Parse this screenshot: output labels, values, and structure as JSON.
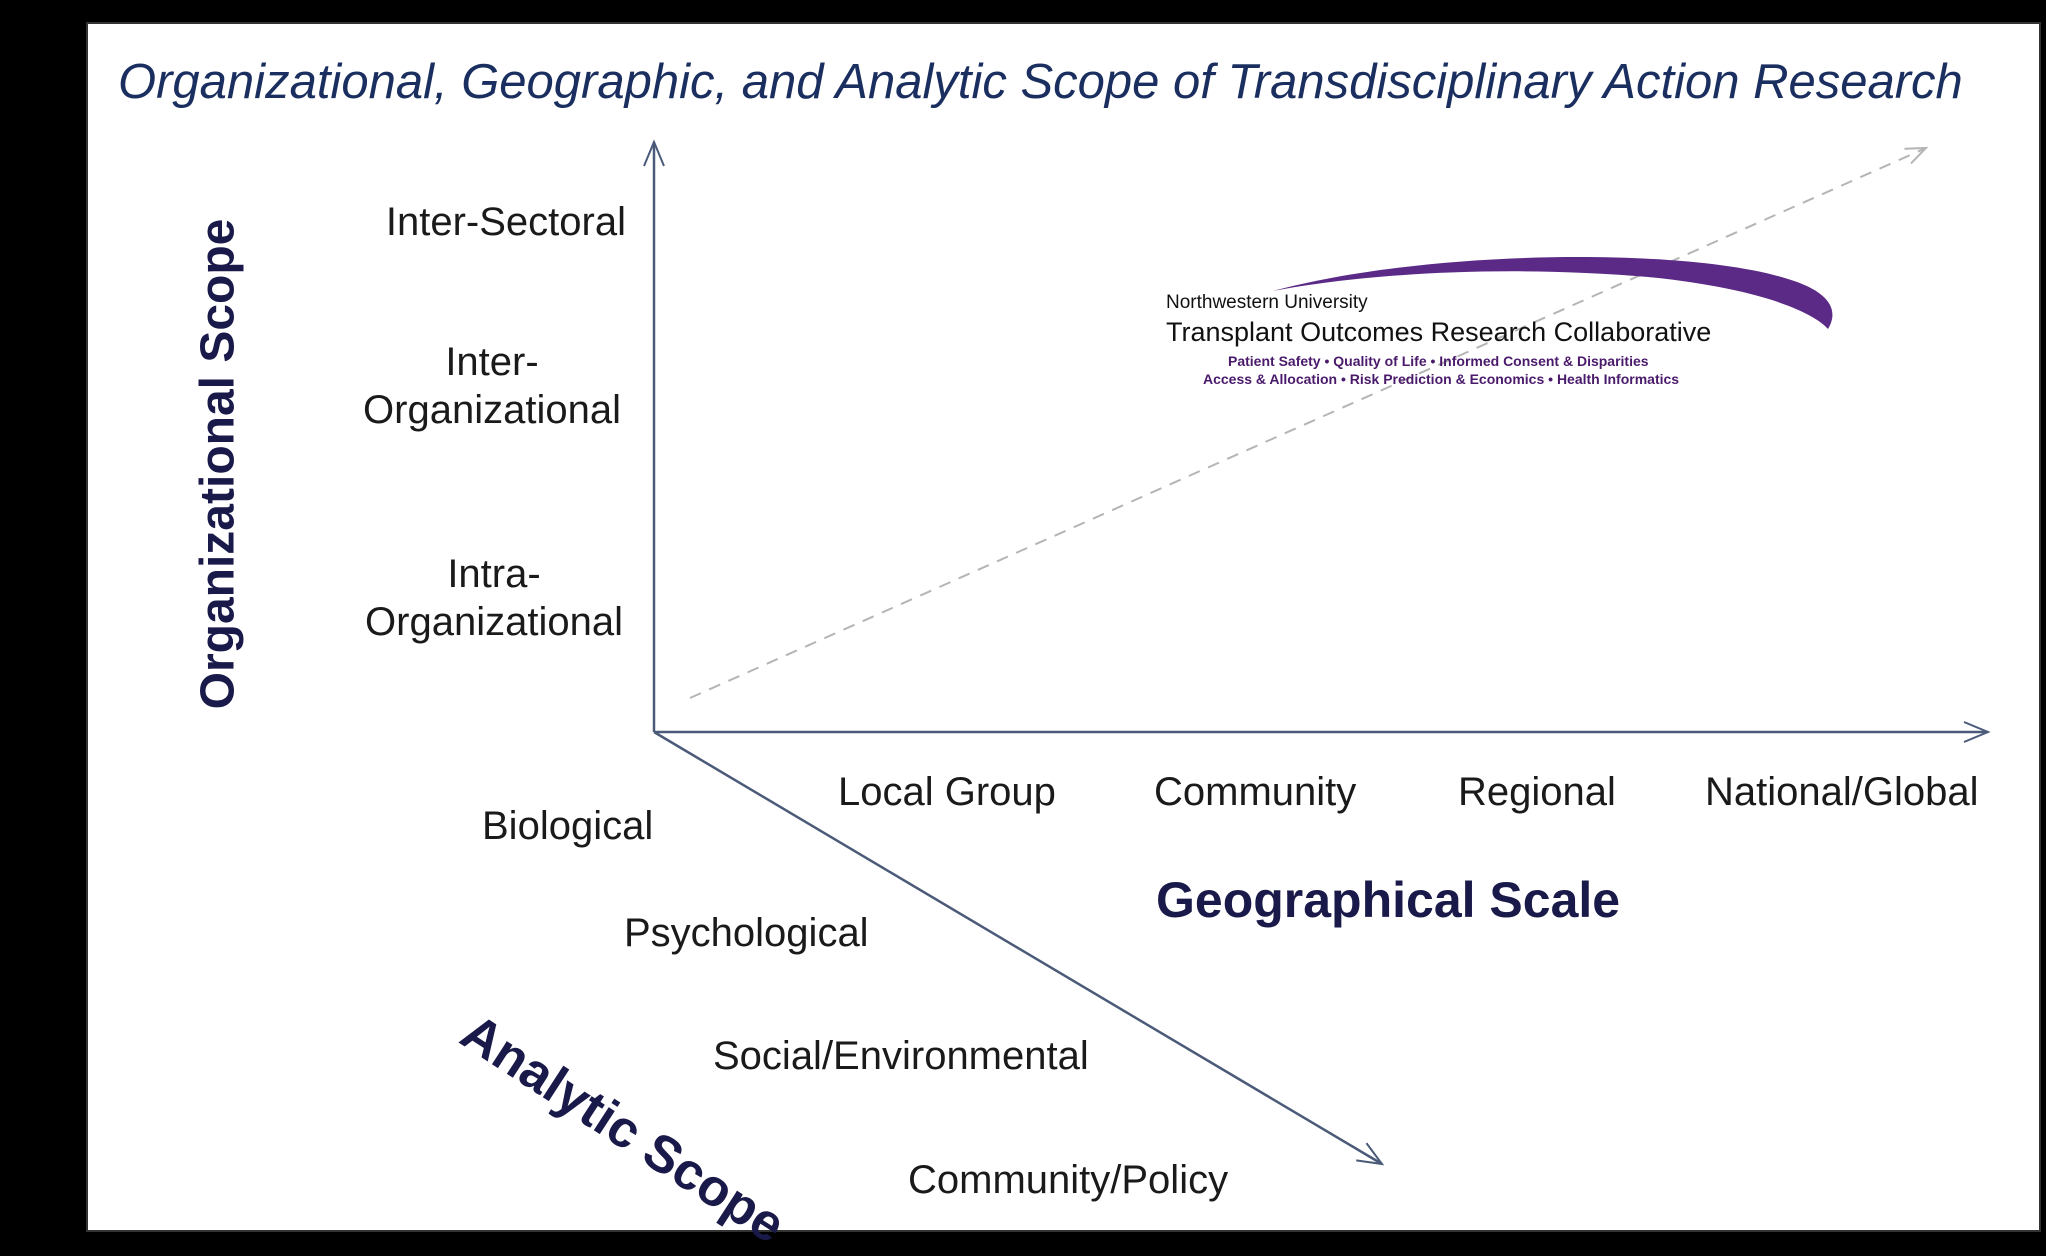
{
  "title": "Organizational, Geographic, and Analytic Scope of Transdisciplinary Action Research",
  "axes": {
    "organizational": {
      "title": "Organizational Scope",
      "levels": [
        {
          "line1": "Inter-Sectoral",
          "line2": ""
        },
        {
          "line1": "Inter-",
          "line2": "Organizational"
        },
        {
          "line1": "Intra-",
          "line2": "Organizational"
        }
      ]
    },
    "geographical": {
      "title": "Geographical Scale",
      "levels": [
        "Local Group",
        "Community",
        "Regional",
        "National/Global"
      ]
    },
    "analytic": {
      "title": "Analytic Scope",
      "levels": [
        "Biological",
        "Psychological",
        "Social/Environmental",
        "Community/Policy"
      ]
    }
  },
  "logo": {
    "line1": "Northwestern University",
    "line2": "Transplant Outcomes Research Collaborative",
    "line3": "Patient Safety • Quality of Life • Informed Consent & Disparities",
    "line4": "Access & Allocation • Risk Prediction & Economics • Health Informatics",
    "colors": {
      "accent": "#4a1a6b",
      "swoosh": "#5b2a86"
    }
  },
  "colors": {
    "title": "#1a2f5f",
    "axis": "#4a5a78",
    "dashed": "#b5b5b5",
    "heading": "#1a1a4a"
  }
}
